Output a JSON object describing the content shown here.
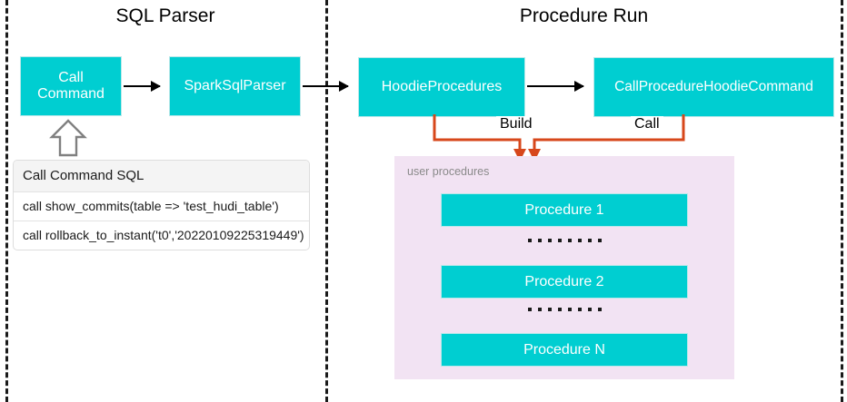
{
  "sections": [
    {
      "id": "sql-parser",
      "title": "SQL Parser"
    },
    {
      "id": "procedure-run",
      "title": "Procedure Run"
    }
  ],
  "nodes": [
    {
      "id": "call-command",
      "label": "Call\nCommand"
    },
    {
      "id": "spark-sql-parser",
      "label": "SparkSqlParser"
    },
    {
      "id": "hoodie-procedures",
      "label": "HoodieProcedures"
    },
    {
      "id": "call-procedure-hoodie-command",
      "label": "CallProcedureHoodieCommand"
    }
  ],
  "node_labels": {
    "call_command_line1": "Call",
    "call_command_line2": "Command",
    "spark_sql_parser": "SparkSqlParser",
    "hoodie_procedures": "HoodieProcedures",
    "call_procedure_hoodie_command": "CallProcedureHoodieCommand"
  },
  "sql_table": {
    "header": "Call Command SQL",
    "rows": [
      "call show_commits(table => 'test_hudi_table')",
      "call rollback_to_instant('t0','20220109225319449')"
    ]
  },
  "edges": {
    "build_label": "Build",
    "call_label": "Call"
  },
  "user_procedures": {
    "label": "user procedures",
    "items": [
      {
        "label": "Procedure 1"
      },
      {
        "label": "Procedure 2"
      },
      {
        "label": "Procedure N"
      }
    ],
    "ellipsis_dot_count": 8
  },
  "colors": {
    "node_fill": "#00CED1",
    "node_text": "#FFFFFF",
    "panel_fill": "#F2E3F3",
    "connector_orange": "#D7471B",
    "arrow_black": "#000000",
    "divider_dash": "#1A1A1A",
    "muted_text": "#8A8A8A",
    "table_header_fill": "#F4F4F4"
  }
}
